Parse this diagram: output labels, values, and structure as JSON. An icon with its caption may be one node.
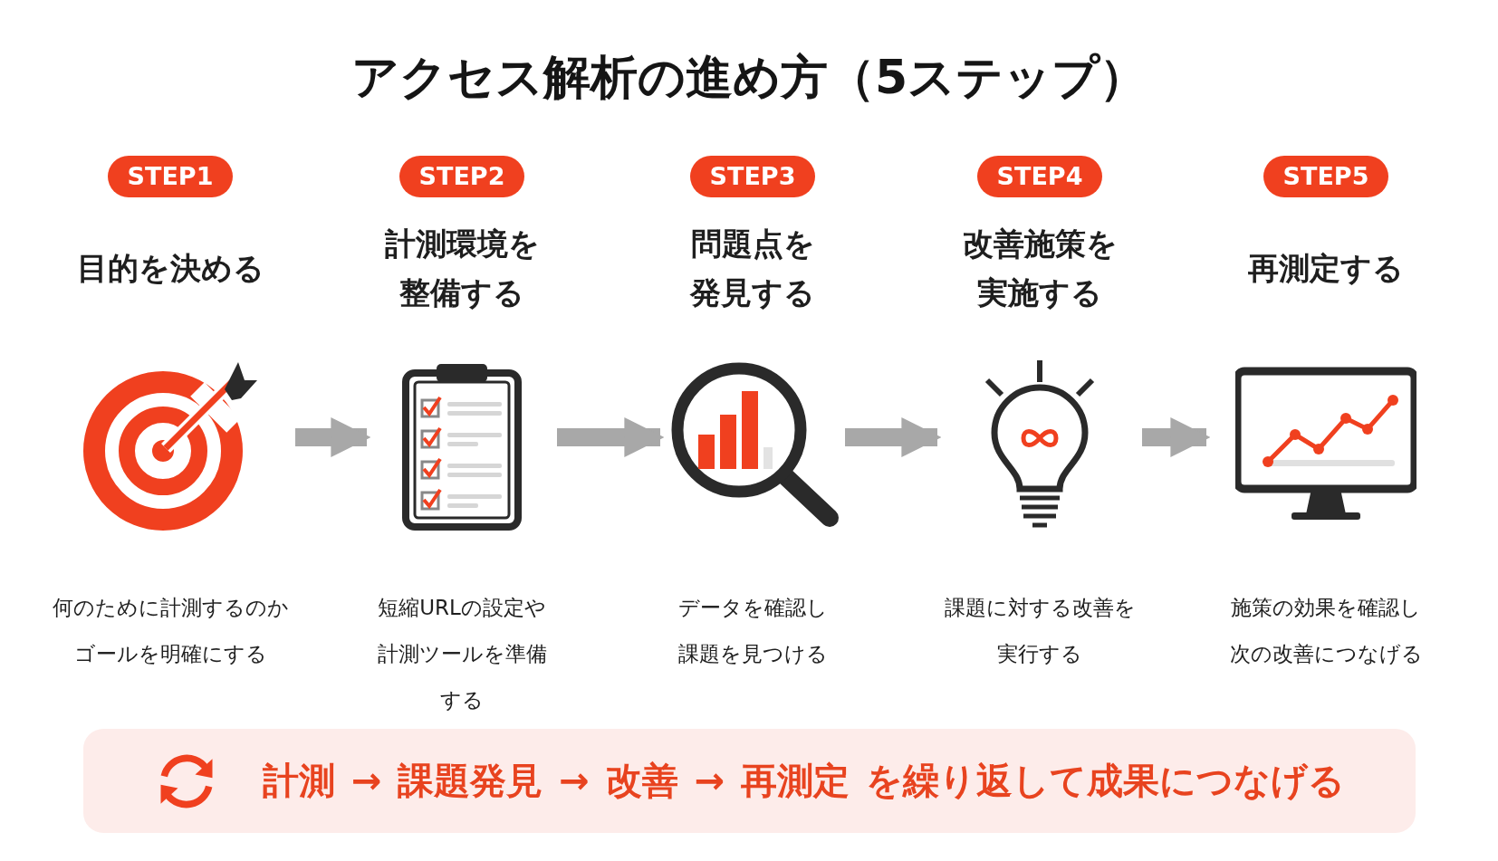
{
  "diagram": {
    "title": "アクセス解析の進め方（5ステップ）",
    "nodes": [
      {
        "text": [
          "STEP1",
          "目的を決める",
          "何のために計測するのかゴールを明確にする"
        ]
      },
      {
        "text": [
          "STEP2",
          "計測環境を整備する",
          "短縮URLの設定や計測ツールを準備する"
        ]
      },
      {
        "text": [
          "STEP3",
          "問題点を発見する",
          "データを確認し課題を見つける"
        ]
      },
      {
        "text": [
          "STEP4",
          "改善施策を実施する",
          "課題に対する改善を実行する"
        ]
      },
      {
        "text": [
          "STEP5",
          "再測定する",
          "施策の効果を確認し次の改善につなげる"
        ]
      },
      {
        "text": [
          "計測 → 課題発見 → 改善 → 再測定 を繰り返して成果につなげる"
        ]
      }
    ],
    "edges": [
      {
        "from": 0,
        "to": 1,
        "arrow": "to"
      },
      {
        "from": 1,
        "to": 2,
        "arrow": "to"
      },
      {
        "from": 2,
        "to": 3,
        "arrow": "to"
      },
      {
        "from": 3,
        "to": 4,
        "arrow": "to"
      }
    ]
  }
}
